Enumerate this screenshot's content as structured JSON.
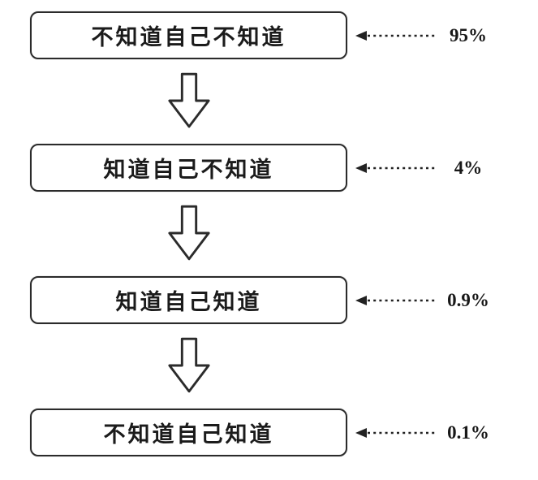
{
  "diagram": {
    "title": "knowledge-awareness-funnel",
    "rows": [
      {
        "label": "不知道自己不知道",
        "value": "95%"
      },
      {
        "label": "知道自己不知道",
        "value": "4%"
      },
      {
        "label": "知道自己知道",
        "value": "0.9%"
      },
      {
        "label": "不知道自己知道",
        "value": "0.1%"
      }
    ]
  }
}
